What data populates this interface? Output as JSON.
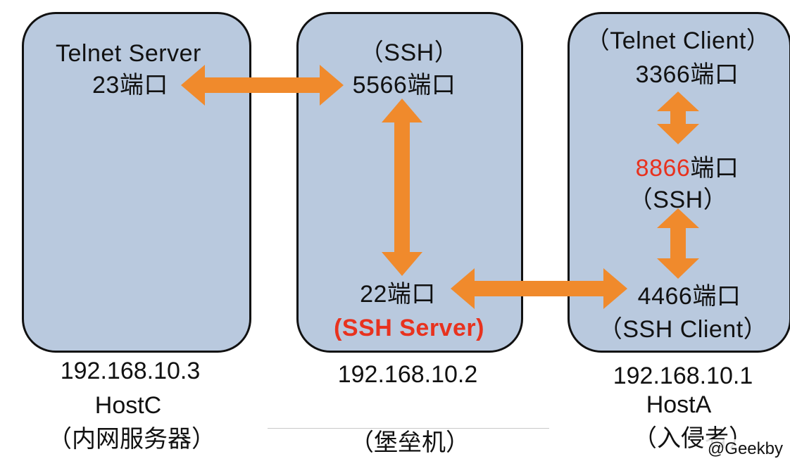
{
  "hosts": {
    "hostc": {
      "service": "Telnet Server",
      "port": "23端口",
      "ip": "192.168.10.3",
      "name": "HostC",
      "role": "（内网服务器）"
    },
    "bastion": {
      "top_label": "（SSH）",
      "top_port": "5566端口",
      "bottom_port": "22端口",
      "server_label": "(SSH Server)",
      "ip": "192.168.10.2",
      "role": "（堡垒机）"
    },
    "hosta": {
      "client_label": "（Telnet Client）",
      "port_top": "3366端口",
      "port_mid_num": "8866",
      "port_mid_suffix": "端口",
      "ssh_label": "（SSH）",
      "port_bottom": "4466端口",
      "ssh_client_label": "（SSH Client）",
      "ip": "192.168.10.1",
      "name": "HostA",
      "role": "（入侵者）"
    }
  },
  "colors": {
    "box_fill": "#b9c9de",
    "box_border": "#111111",
    "arrow": "#f08a2c",
    "highlight_red": "#e8321e"
  },
  "connections": [
    "23端口 ↔ 5566端口",
    "5566端口 ↔ 22端口",
    "22端口 ↔ 4466端口",
    "3366端口 ↔ 8866端口",
    "8866端口 ↔ 4466端口"
  ],
  "watermark": "@Geekby"
}
